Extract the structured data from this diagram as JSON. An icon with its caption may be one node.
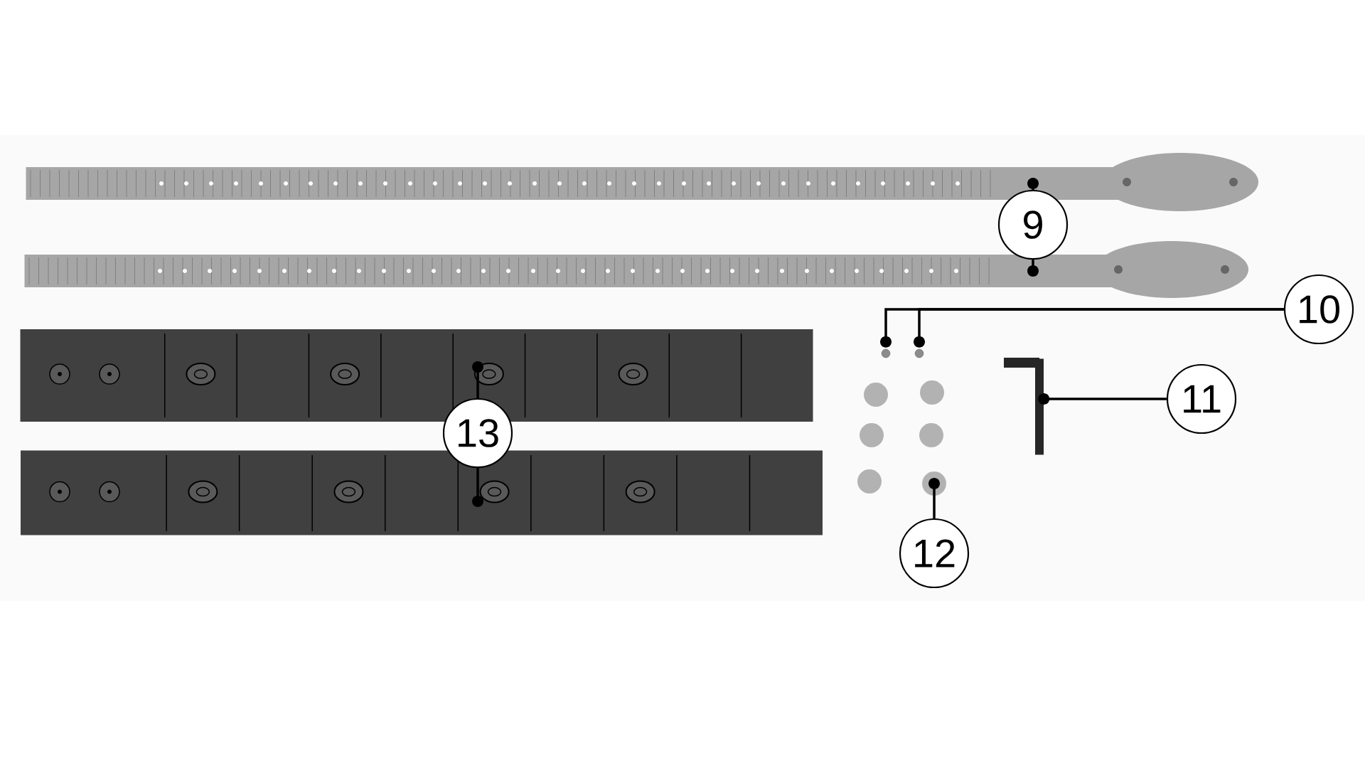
{
  "diagram": {
    "nodes": [
      {
        "text": [
          "9"
        ]
      },
      {
        "text": [],
        "shape": "bar"
      },
      {
        "text": [],
        "shape": "bar"
      },
      {
        "text": [
          "10"
        ]
      },
      {
        "text": [],
        "shape": "circle"
      },
      {
        "text": [],
        "shape": "circle"
      },
      {
        "text": [
          "11"
        ]
      },
      {
        "text": [],
        "shape": "picture"
      },
      {
        "text": [
          "12"
        ]
      },
      {
        "text": [],
        "shape": "circle"
      },
      {
        "text": [
          "13"
        ]
      },
      {
        "text": [],
        "shape": "bar"
      },
      {
        "text": [],
        "shape": "bar"
      }
    ],
    "edges": [
      {
        "from": 0,
        "to": 1,
        "arrow": "other"
      },
      {
        "from": 0,
        "to": 2,
        "arrow": "other"
      },
      {
        "from": 3,
        "to": 4,
        "arrow": "other"
      },
      {
        "from": 3,
        "to": 5,
        "arrow": "other"
      },
      {
        "from": 6,
        "to": 7,
        "arrow": "other"
      },
      {
        "from": 8,
        "to": 9,
        "arrow": "other"
      },
      {
        "from": 10,
        "to": 11,
        "arrow": "other"
      },
      {
        "from": 10,
        "to": 12,
        "arrow": "other"
      }
    ]
  }
}
